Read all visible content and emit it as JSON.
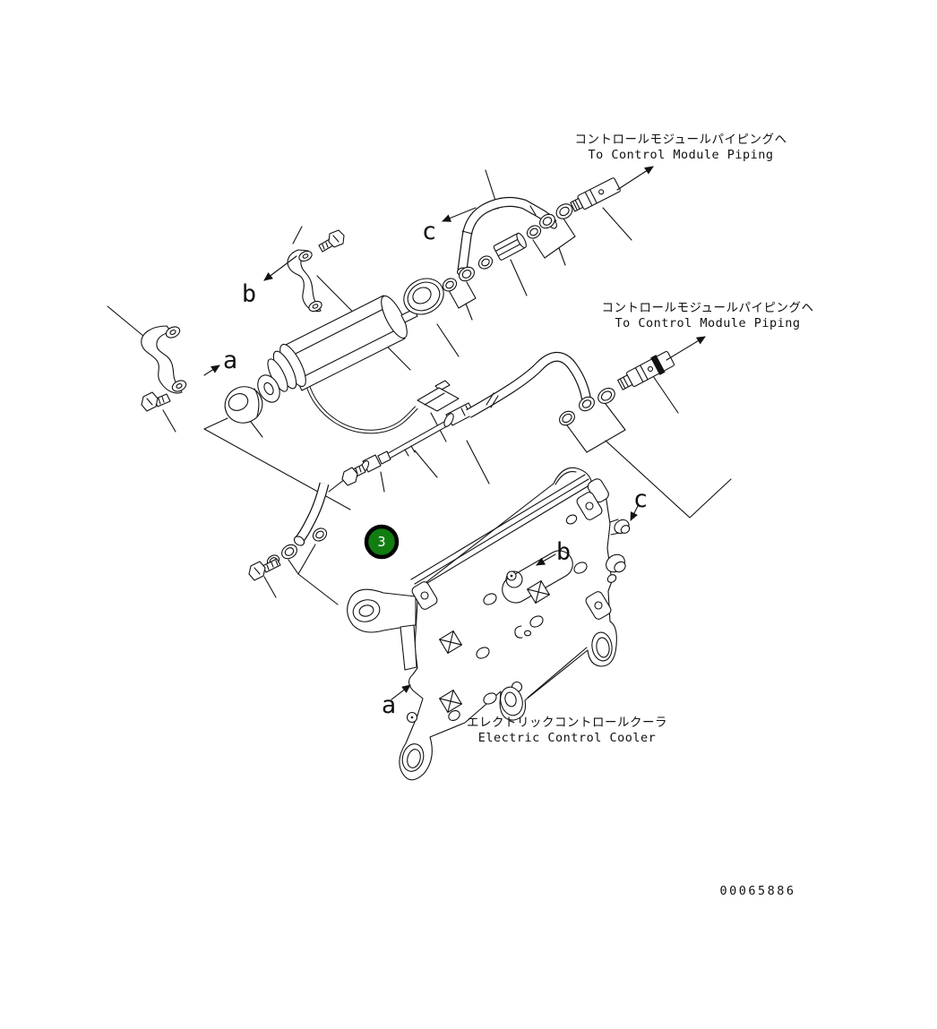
{
  "figure": {
    "background": "#ffffff",
    "line_color": "#111111",
    "drawing_number": "00065886"
  },
  "labels": {
    "piping_top": {
      "jp": "コントロールモジュールパイピングヘ",
      "en": "To Control Module Piping"
    },
    "piping_mid": {
      "jp": "コントロールモジュールパイピングヘ",
      "en": "To Control Module Piping"
    },
    "cooler": {
      "jp": "エレクトリックコントロールクーラ",
      "en": "Electric Control Cooler"
    }
  },
  "balloon": {
    "number": "3",
    "fill": "#117d11"
  },
  "view_letters": {
    "c_upper": "c",
    "b_upper": "b",
    "a_upper": "a",
    "b_plate": "b",
    "c_plate": "c",
    "a_plate": "a"
  }
}
